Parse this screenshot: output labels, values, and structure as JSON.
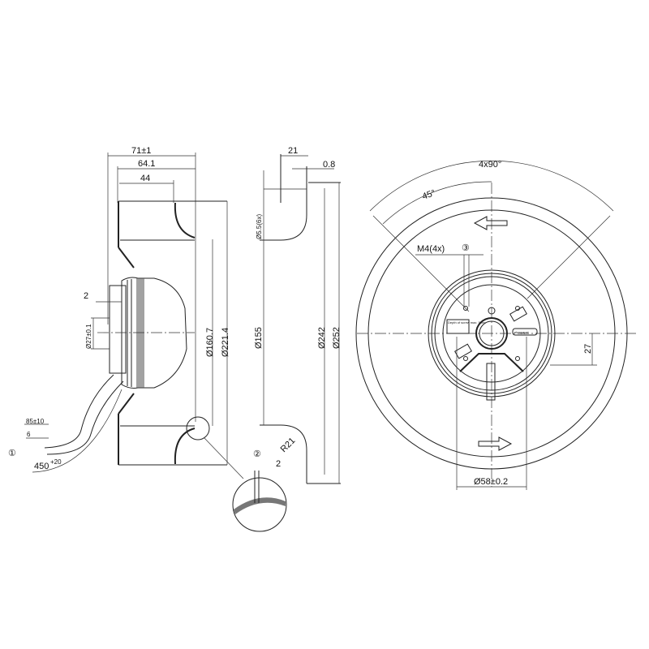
{
  "side_view": {
    "dim_71": "71±1",
    "dim_64": "64.1",
    "dim_44": "44",
    "dim_2_left": "2",
    "dim_27": "Ø27±0.1",
    "dim_160": "Ø160.7",
    "dim_221": "Ø221.4",
    "cable_85": "85±10",
    "cable_6": "6",
    "cable_450": "450",
    "cable_450_tol": "+20",
    "note_1": "①"
  },
  "section_view": {
    "dim_21": "21",
    "dim_08": "0.8",
    "dim_55": "Ø5.5(6x)",
    "dim_155": "Ø155",
    "dim_242": "Ø242",
    "dim_252": "Ø252",
    "dim_r21": "R21",
    "note_2": "②",
    "dim_2": "2"
  },
  "front_view": {
    "dim_4x90": "4x90°",
    "dim_45": "45°",
    "dim_m4": "M4(4x)",
    "note_3": "③",
    "dim_27": "27",
    "dim_58": "Ø58±0.2",
    "label_depth": "Depth of screw max. 5mm",
    "label_brand": "ebmpapst"
  }
}
